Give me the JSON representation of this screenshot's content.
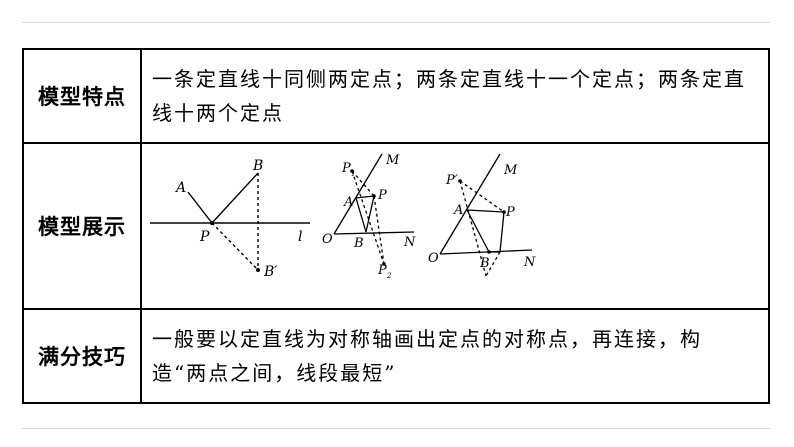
{
  "rows": [
    {
      "label": "模型特点",
      "content": "一条定直线十同侧两定点；两条定直线十一个定点；两条定直线十两个定点"
    },
    {
      "label": "模型展示",
      "figures": {
        "fig1": {
          "A": "A",
          "B": "B",
          "P": "P",
          "B_prime": "B′",
          "l": "l"
        },
        "fig2": {
          "M": "M",
          "P1": "P",
          "P1_sub": "1",
          "A": "A",
          "P": "P",
          "O": "O",
          "B": "B",
          "N": "N",
          "P2": "P",
          "P2_sub": "2"
        },
        "fig3": {
          "P_prime": "P′",
          "M": "M",
          "A": "A",
          "P": "P",
          "O": "O",
          "B": "B",
          "N": "N"
        }
      }
    },
    {
      "label": "满分技巧",
      "content": "一般要以定直线为对称轴画出定点的对称点，再连接，构造“两点之间，线段最短”"
    }
  ]
}
